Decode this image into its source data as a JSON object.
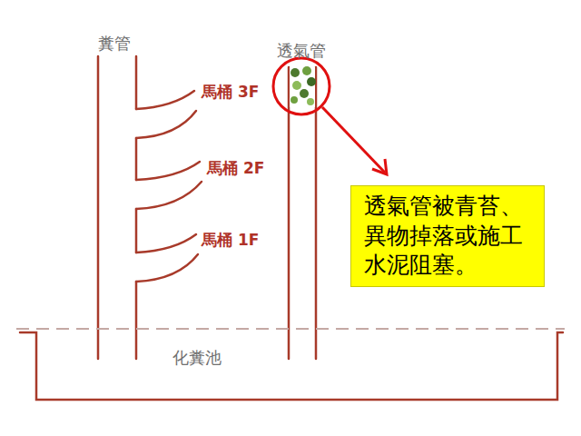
{
  "diagram": {
    "nodes": [
      {
        "text": [
          "透氣管被青苔、異物掉落或施工水泥阻塞。"
        ]
      }
    ],
    "labels": [
      "糞管",
      "透氣管",
      "馬桶 3F",
      "馬桶 2F",
      "馬桶 1F",
      "化糞池"
    ]
  }
}
